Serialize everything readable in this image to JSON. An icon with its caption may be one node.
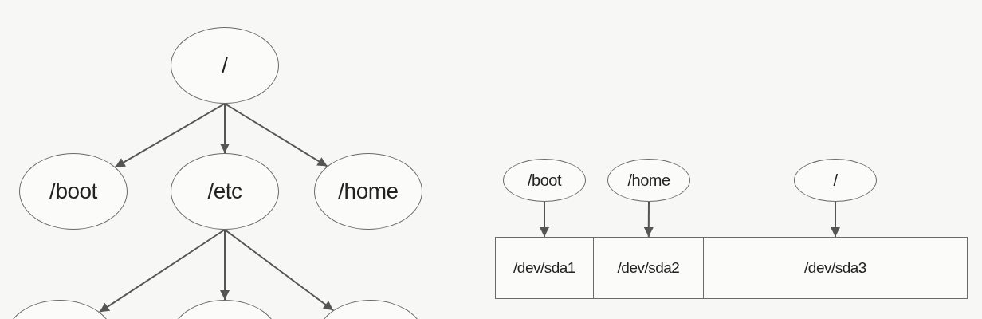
{
  "diagram": {
    "nodes": [
      {
        "text": [
          "/"
        ]
      },
      {
        "text": [
          "/boot"
        ]
      },
      {
        "text": [
          "/etc"
        ]
      },
      {
        "text": [
          "/home"
        ]
      },
      {
        "text": [],
        "shape": "ellipse"
      },
      {
        "text": [],
        "shape": "ellipse"
      },
      {
        "text": [],
        "shape": "ellipse"
      },
      {
        "text": [
          "/boot"
        ]
      },
      {
        "text": [
          "/home"
        ]
      },
      {
        "text": [
          "/"
        ]
      },
      {
        "text": [
          "/dev/sda1"
        ]
      },
      {
        "text": [
          "/dev/sda2"
        ]
      },
      {
        "text": [
          "/dev/sda3"
        ]
      }
    ],
    "edges": [
      {
        "from": 0,
        "to": 1,
        "arrow": "to"
      },
      {
        "from": 0,
        "to": 2,
        "arrow": "to"
      },
      {
        "from": 0,
        "to": 3,
        "arrow": "to"
      },
      {
        "from": 2,
        "to": 4,
        "arrow": "to"
      },
      {
        "from": 2,
        "to": 5,
        "arrow": "to"
      },
      {
        "from": 2,
        "to": 6,
        "arrow": "to"
      },
      {
        "from": 7,
        "to": 10,
        "arrow": "to"
      },
      {
        "from": 8,
        "to": 11,
        "arrow": "to"
      },
      {
        "from": 9,
        "to": 12,
        "arrow": "to"
      }
    ]
  }
}
